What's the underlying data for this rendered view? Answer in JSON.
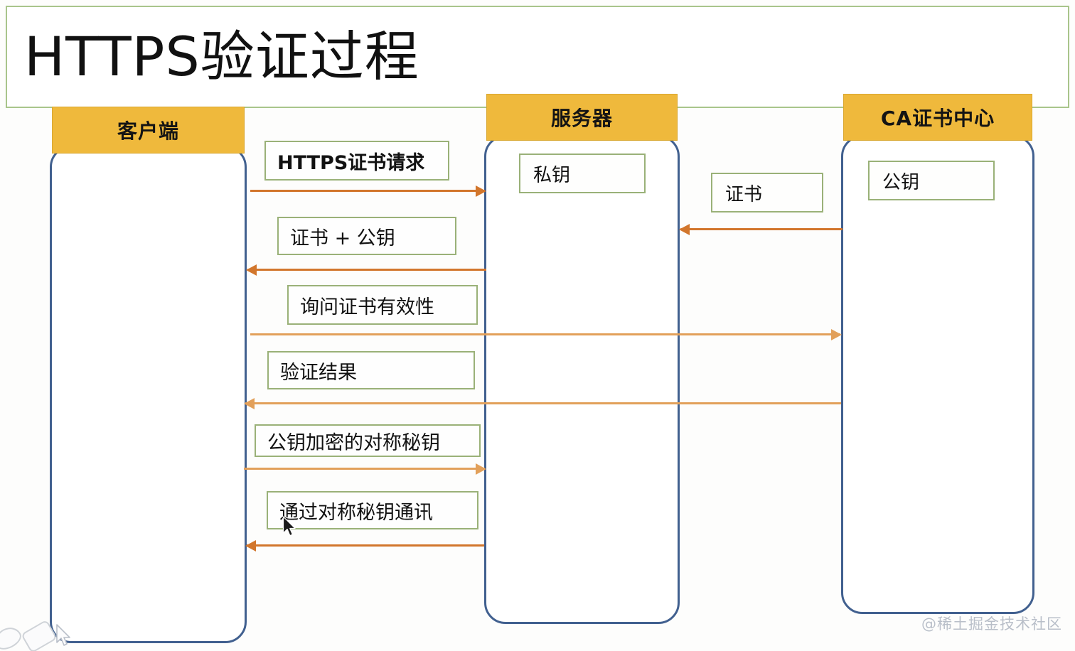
{
  "title": {
    "text": "HTTPS验证过程"
  },
  "lanes": [
    {
      "id": "client",
      "label": "客户端"
    },
    {
      "id": "server",
      "label": "服务器"
    },
    {
      "id": "ca",
      "label": "CA证书中心"
    }
  ],
  "stores": [
    {
      "id": "private-key",
      "label": "私钥",
      "lane": "server"
    },
    {
      "id": "public-key",
      "label": "公钥",
      "lane": "ca"
    },
    {
      "id": "cert",
      "label": "证书",
      "lane": "between-server-ca"
    }
  ],
  "messages": [
    {
      "index": 0,
      "label": "HTTPS证书请求",
      "from": "client",
      "to": "server",
      "direction": "right",
      "bold": true
    },
    {
      "index": 1,
      "label": "证书 + 公钥",
      "from": "server",
      "to": "client",
      "direction": "left",
      "bold": false
    },
    {
      "index": 2,
      "label": "询问证书有效性",
      "from": "client",
      "to": "ca",
      "direction": "right",
      "bold": false
    },
    {
      "index": 3,
      "label": "验证结果",
      "from": "ca",
      "to": "client",
      "direction": "left",
      "bold": false
    },
    {
      "index": 4,
      "label": "公钥加密的对称秘钥",
      "from": "client",
      "to": "server",
      "direction": "right",
      "bold": false
    },
    {
      "index": 5,
      "label": "通过对称秘钥通讯",
      "from": "server",
      "to": "client",
      "direction": "left",
      "bold": false
    }
  ],
  "cert_transfer": {
    "label": "证书",
    "from": "ca",
    "to": "server",
    "direction": "left"
  },
  "toolbar": {
    "items": [
      {
        "id": "pen",
        "icon": "pen-icon"
      },
      {
        "id": "eraser",
        "icon": "eraser-icon"
      },
      {
        "id": "cursor",
        "icon": "cursor-icon"
      }
    ]
  },
  "watermark": {
    "text": "@稀土掘金技术社区"
  },
  "colors": {
    "lane_header_fill": "#efb93c",
    "lane_border": "#41608f",
    "box_border": "#9ab178",
    "arrow": "#d2762c",
    "arrow_light": "#e2a05a",
    "title_border": "#a9c58b",
    "watermark": "#b9bfc9"
  }
}
